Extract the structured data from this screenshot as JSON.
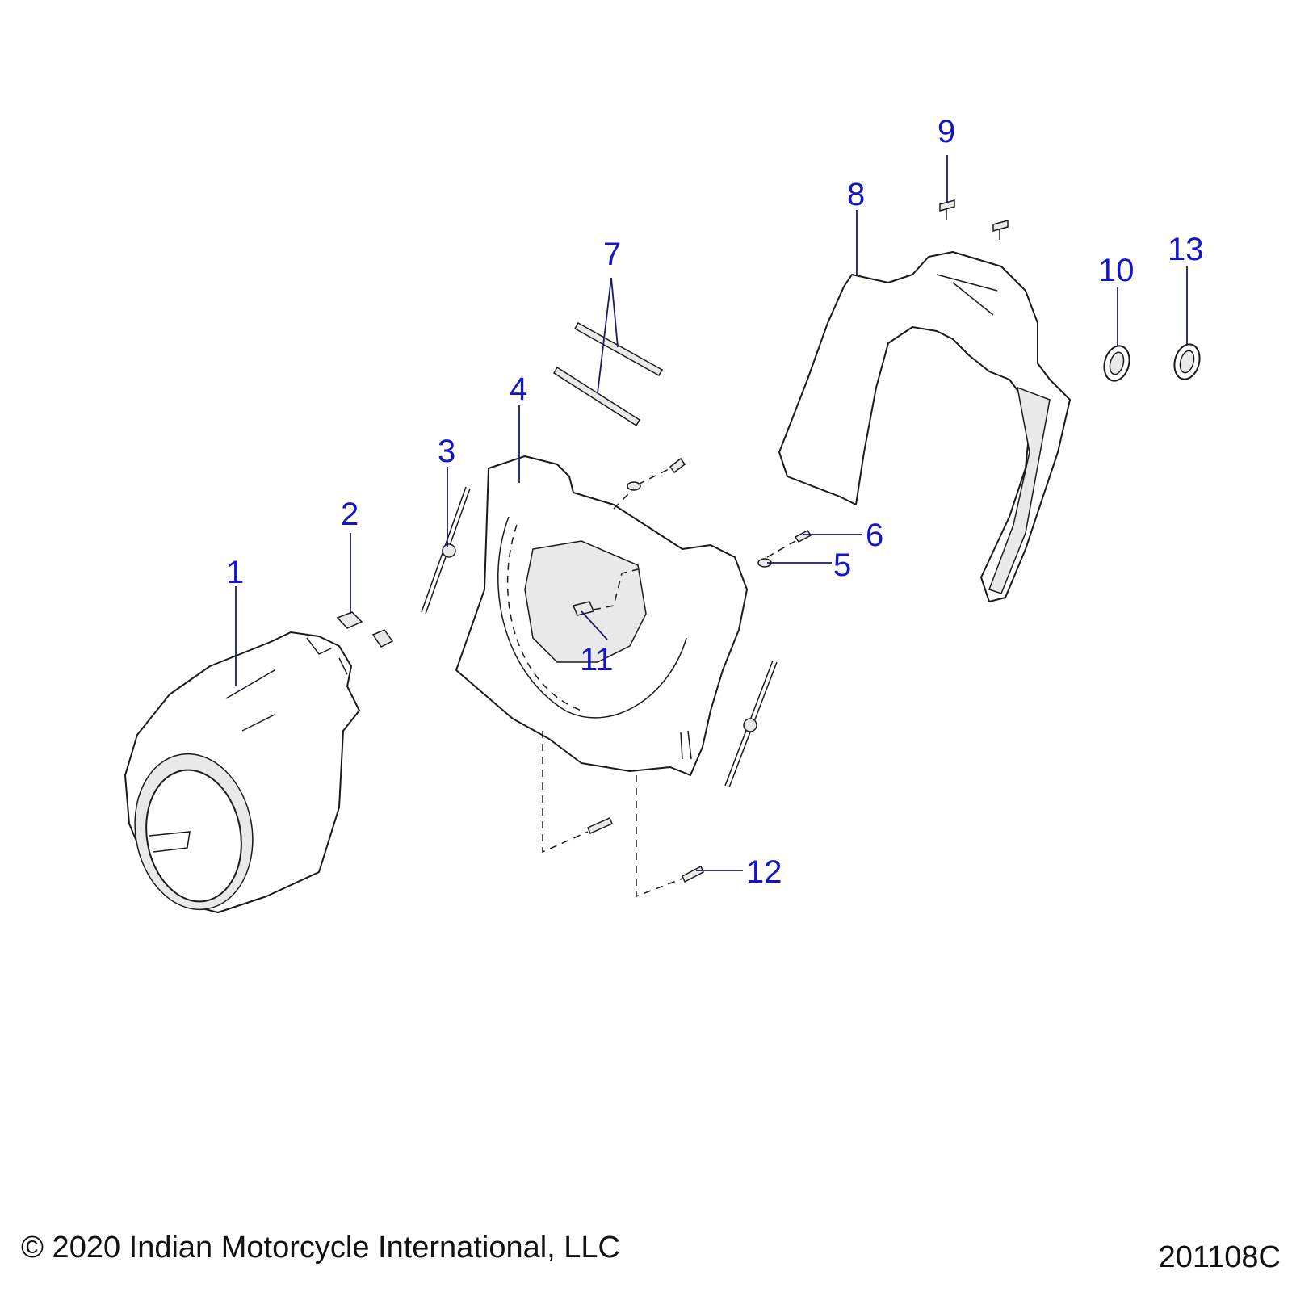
{
  "callouts": [
    "1",
    "2",
    "3",
    "4",
    "5",
    "6",
    "7",
    "8",
    "9",
    "10",
    "11",
    "12",
    "13"
  ],
  "footer": {
    "copyright": "© 2020 Indian Motorcycle International, LLC",
    "drawing_number": "201108C"
  },
  "colors": {
    "callout": "#1414c8",
    "line": "#1a1a1a",
    "background": "#ffffff"
  }
}
